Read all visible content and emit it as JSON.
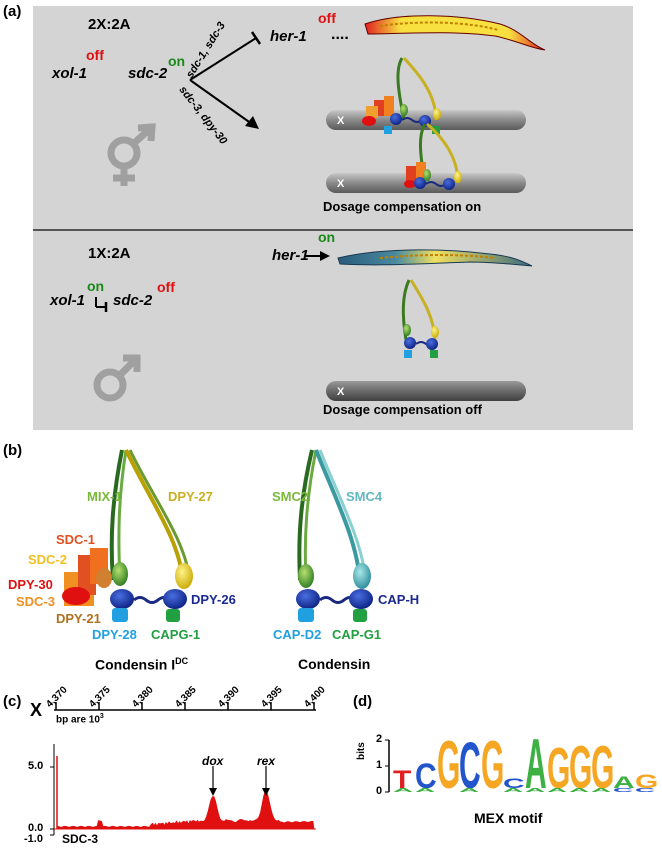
{
  "panel_a": {
    "label": "(a)",
    "top": {
      "ratio": "2X:2A",
      "xol1": "xol-1",
      "xol1_state": "off",
      "sdc2": "sdc-2",
      "sdc2_state": "on",
      "arrow_upper": "sdc-1, sdc-3",
      "arrow_lower": "sdc-3, dpy-30",
      "her1": "her-1",
      "her1_state": "off",
      "dots": "....",
      "x_label_1": "X",
      "x_label_2": "X",
      "caption": "Dosage compensation on"
    },
    "bottom": {
      "ratio": "1X:2A",
      "xol1": "xol-1",
      "xol1_state": "on",
      "sdc2": "sdc-2",
      "sdc2_state": "off",
      "her1": "her-1",
      "her1_state": "on",
      "x_label": "X",
      "caption": "Dosage compensation off"
    },
    "symbols": {
      "top": "hermaphrodite-symbol",
      "bottom": "male-symbol"
    }
  },
  "panel_b": {
    "label": "(b)",
    "left": {
      "title": "Condensin I",
      "title_sup": "DC",
      "labels": {
        "mix1": "MIX-1",
        "dpy27": "DPY-27",
        "sdc1": "SDC-1",
        "sdc2": "SDC-2",
        "dpy30": "DPY-30",
        "sdc3": "SDC-3",
        "dpy21": "DPY-21",
        "dpy26": "DPY-26",
        "dpy28": "DPY-28",
        "capg1": "CAPG-1"
      }
    },
    "right": {
      "title": "Condensin",
      "labels": {
        "smc2": "SMC2",
        "smc4": "SMC4",
        "caph": "CAP-H",
        "capd2": "CAP-D2",
        "capg1": "CAP-G1"
      }
    }
  },
  "panel_c": {
    "label": "(c)",
    "chrom": "X",
    "ticks": [
      "4,370",
      "4,375",
      "4,380",
      "4,385",
      "4,390",
      "4,395",
      "4,400"
    ],
    "unit_note": "bp are 10",
    "unit_sup": "3",
    "peak1": "dox",
    "peak2": "rex",
    "y_ticks": [
      "5.0",
      "0.0",
      "-1.0"
    ],
    "track": "SDC-3"
  },
  "panel_d": {
    "label": "(d)",
    "ylabel": "bits",
    "y_ticks": [
      "2",
      "1",
      "0"
    ],
    "letters": [
      "T",
      "C",
      "G",
      "C",
      "G",
      "C",
      "A",
      "G",
      "G",
      "G",
      "A",
      "G"
    ],
    "caption": "MEX motif",
    "colors": {
      "A": "#3cb043",
      "C": "#2255cc",
      "G": "#f5a623",
      "T": "#e02020"
    }
  }
}
